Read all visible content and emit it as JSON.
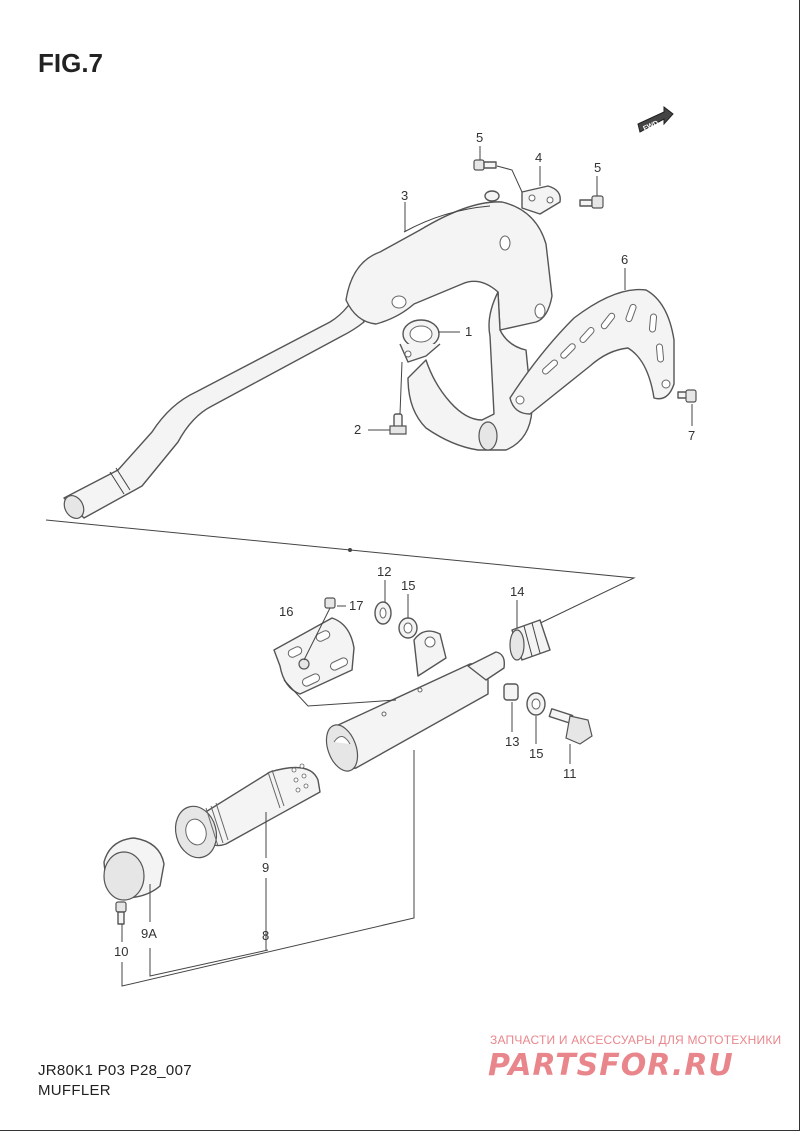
{
  "header": {
    "figure_title": "FIG.7"
  },
  "footer": {
    "model_code": "JR80K1 P03 P28_007",
    "caption": "MUFFLER"
  },
  "watermark": {
    "tagline": "ЗАПЧАСТИ И АКСЕССУАРЫ ДЛЯ МОТОТЕХНИКИ",
    "logo_text": "PARTSFOR.RU",
    "color": "#e9868c"
  },
  "direction_badge": {
    "text": "FWD"
  },
  "callouts": [
    {
      "id": "5a",
      "text": "5"
    },
    {
      "id": "4",
      "text": "4"
    },
    {
      "id": "5b",
      "text": "5"
    },
    {
      "id": "3",
      "text": "3"
    },
    {
      "id": "6",
      "text": "6"
    },
    {
      "id": "1",
      "text": "1"
    },
    {
      "id": "2",
      "text": "2"
    },
    {
      "id": "7",
      "text": "7"
    },
    {
      "id": "12",
      "text": "12"
    },
    {
      "id": "15a",
      "text": "15"
    },
    {
      "id": "14",
      "text": "14"
    },
    {
      "id": "16",
      "text": "16"
    },
    {
      "id": "17",
      "text": "17"
    },
    {
      "id": "13",
      "text": "13"
    },
    {
      "id": "15b",
      "text": "15"
    },
    {
      "id": "11",
      "text": "11"
    },
    {
      "id": "9",
      "text": "9"
    },
    {
      "id": "9A",
      "text": "9A"
    },
    {
      "id": "8",
      "text": "8"
    },
    {
      "id": "10",
      "text": "10"
    }
  ]
}
